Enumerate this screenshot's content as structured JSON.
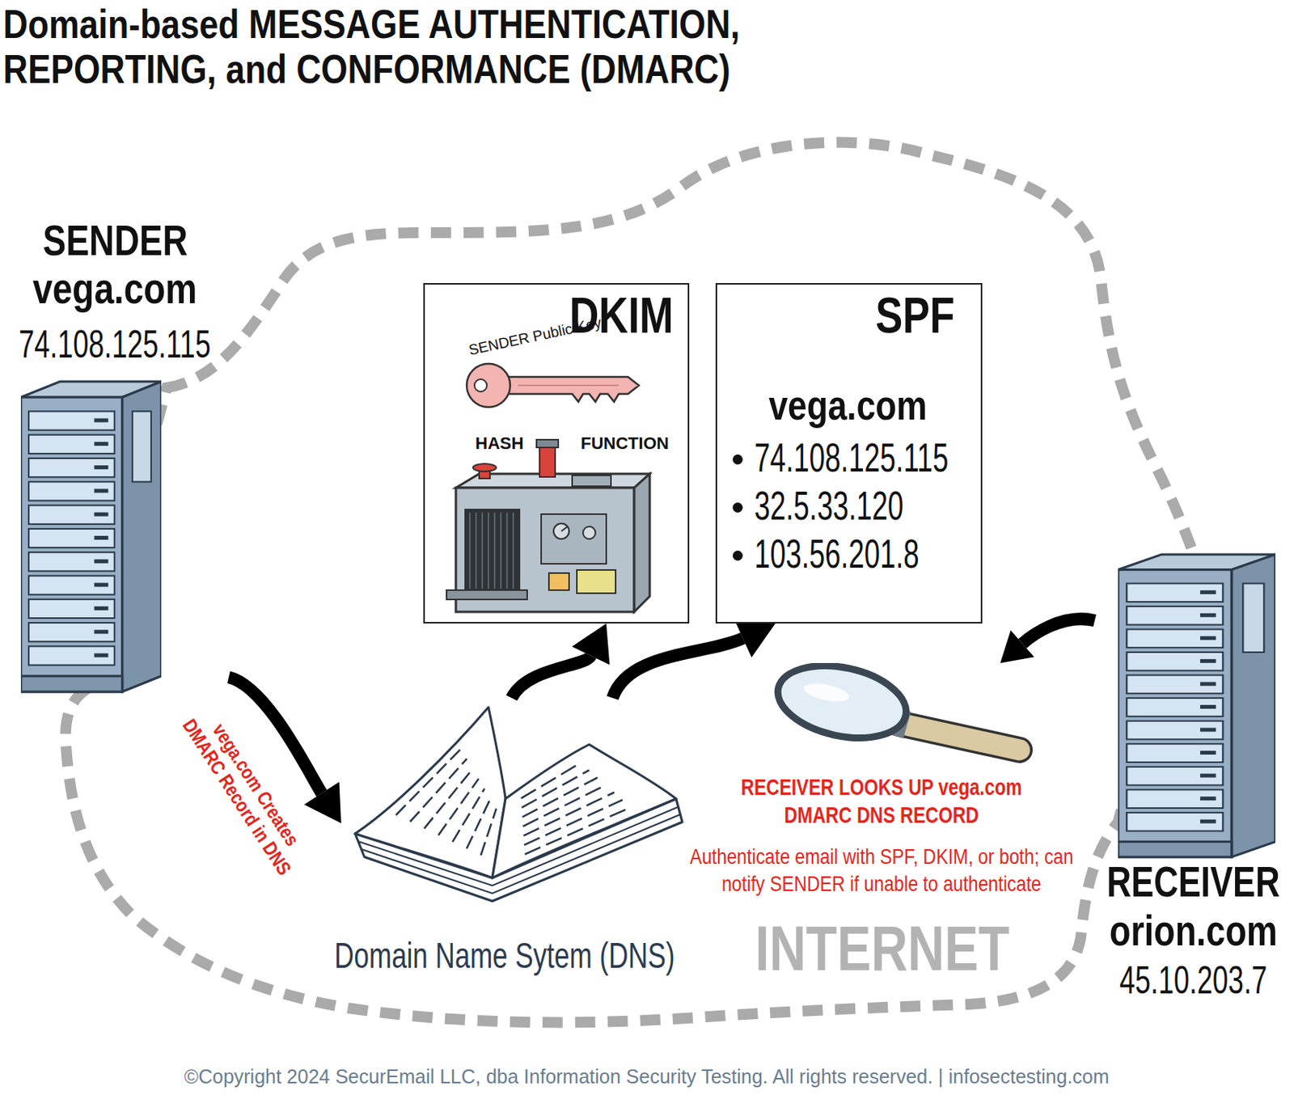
{
  "diagram": {
    "title": "Domain-based MESSAGE AUTHENTICATION, REPORTING, and CONFORMANCE (DMARC)",
    "nodes": [
      {
        "text": [
          "SENDER",
          "vega.com",
          "74.108.125.115"
        ]
      },
      {
        "text": [
          "DKIM",
          "SENDER Public Key",
          "HASH",
          "FUNCTION"
        ]
      },
      {
        "text": [
          "SPF",
          "vega.com",
          "74.108.125.115",
          "32.5.33.120",
          "103.56.201.8"
        ]
      },
      {
        "text": [
          "Domain Name Sytem (DNS)"
        ]
      },
      {
        "text": [
          "RECEIVER LOOKS UP vega.com DMARC DNS RECORD",
          "Authenticate email with SPF, DKIM, or both; can notify SENDER if unable to authenticate"
        ]
      },
      {
        "text": [
          "RECEIVER",
          "orion.com",
          "45.10.203.7"
        ]
      }
    ],
    "edges": [
      {
        "from": 0,
        "to": 3,
        "label": "vega.com Creates DMARC Record in DNS",
        "arrow": "to"
      },
      {
        "from": 3,
        "to": 1,
        "arrow": "to"
      },
      {
        "from": 3,
        "to": 2,
        "arrow": "to"
      },
      {
        "from": 5,
        "to": 4,
        "arrow": "to"
      }
    ],
    "labels": [
      "INTERNET",
      "©Copyright 2024 SecurEmail LLC, dba Information Security Testing. All rights reserved. | infosectesting.com"
    ]
  }
}
